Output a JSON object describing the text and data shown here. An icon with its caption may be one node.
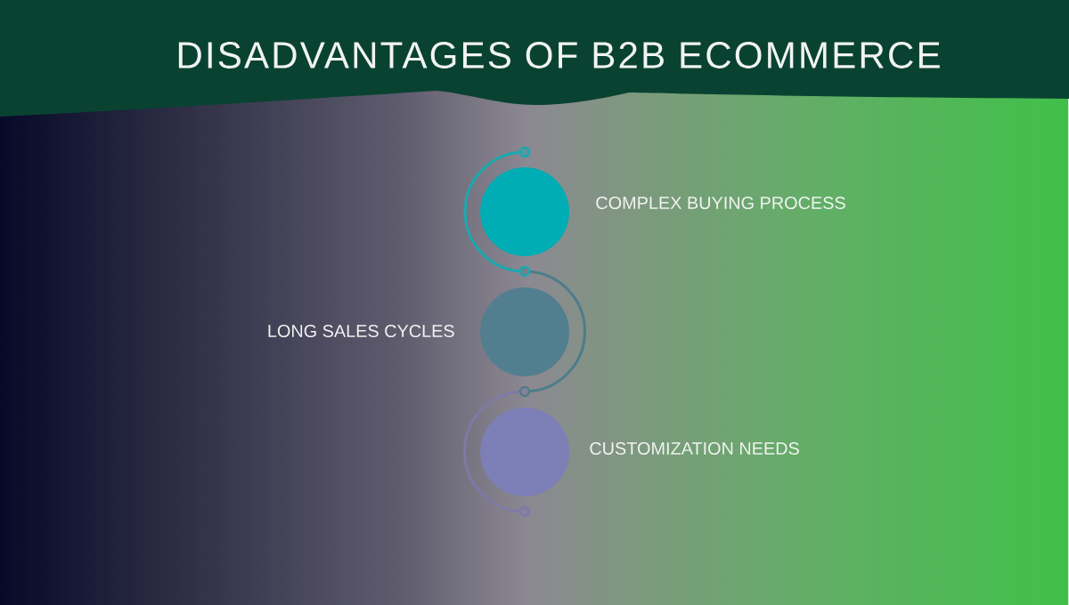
{
  "diagram": {
    "title": "DISADVANTAGES OF B2B ECOMMERCE",
    "nodes": [
      {
        "text": [],
        "shape": "circle",
        "beside": [
          "COMPLEX BUYING PROCESS"
        ]
      },
      {
        "text": [],
        "shape": "circle",
        "beside": [
          "LONG SALES CYCLES"
        ]
      },
      {
        "text": [],
        "shape": "circle",
        "beside": [
          "CUSTOMIZATION NEEDS"
        ]
      }
    ]
  }
}
